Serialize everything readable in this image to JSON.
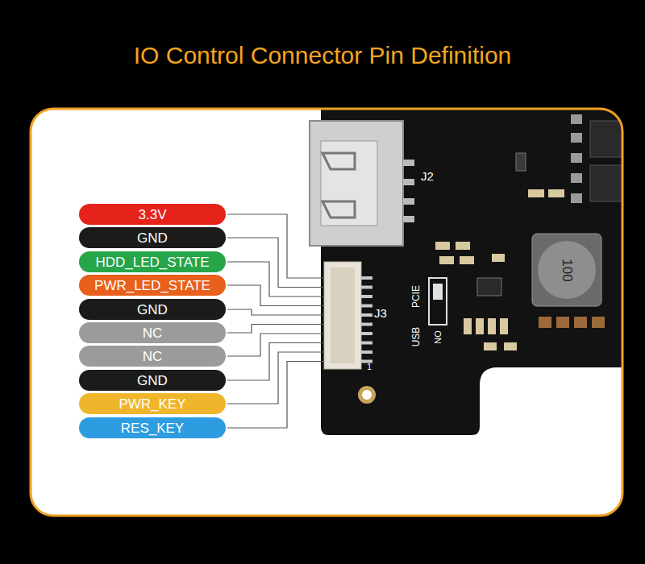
{
  "diagram": {
    "title": "IO Control Connector Pin Definition",
    "nodes": [
      {
        "text": [
          "3.3V"
        ]
      },
      {
        "text": [
          "GND"
        ]
      },
      {
        "text": [
          "HDD_LED_STATE"
        ]
      },
      {
        "text": [
          "PWR_LED_STATE"
        ]
      },
      {
        "text": [
          "GND"
        ]
      },
      {
        "text": [
          "NC"
        ]
      },
      {
        "text": [
          "NC"
        ]
      },
      {
        "text": [
          "GND"
        ]
      },
      {
        "text": [
          "PWR_KEY"
        ]
      },
      {
        "text": [
          "RES_KEY"
        ]
      }
    ],
    "labels": [
      "J2",
      "J3",
      "PCIE",
      "USB",
      "NO",
      "1",
      "100"
    ]
  }
}
